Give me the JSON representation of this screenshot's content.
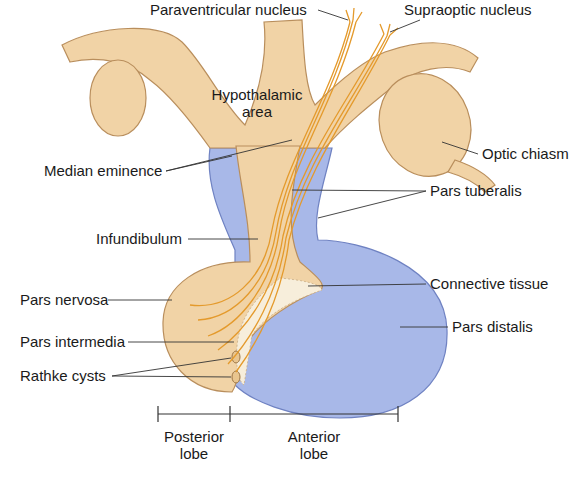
{
  "diagram": {
    "labels": [
      "Paraventricular nucleus",
      "Supraoptic nucleus",
      "Hypothalamic area",
      "Median eminence",
      "Optic chiasm",
      "Pars tuberalis",
      "Infundibulum",
      "Connective tissue",
      "Pars nervosa",
      "Pars distalis",
      "Pars intermedia",
      "Rathke cysts",
      "Posterior lobe",
      "Anterior lobe"
    ]
  }
}
